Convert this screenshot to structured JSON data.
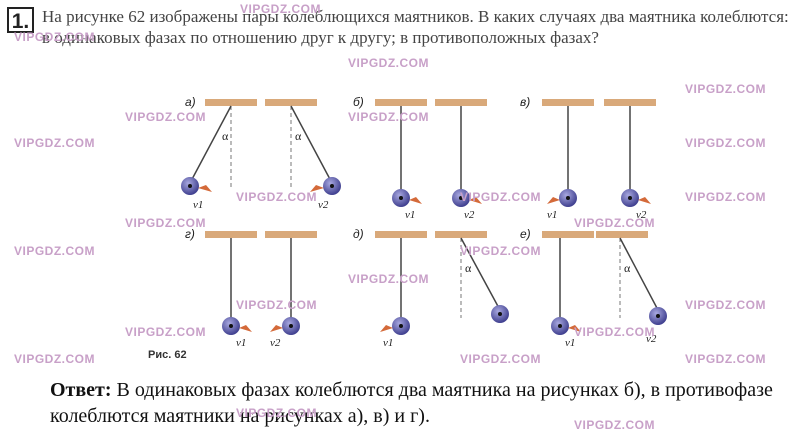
{
  "problem": {
    "number": "1.",
    "text": "На рисунке 62 изображены пары колеблющихся маятников. В каких случаях два маятника колеблются: в одинаковых фазах по отношению друг к другу; в противоположных фазах?"
  },
  "figure": {
    "caption": "Рис. 62",
    "panel_labels": [
      "а)",
      "б)",
      "в)",
      "г)",
      "д)",
      "е)"
    ],
    "angle_label": "α",
    "v1": "v1",
    "v2": "v2"
  },
  "answer": {
    "label": "Ответ:",
    "text": " В одинаковых фазах колеблются два маятника на рисунках б),   в противофазе колеблются маятники на рисунках а), в)  и г)."
  },
  "watermark": "VIPGDZ.COM",
  "colors": {
    "bar": "#d9a97a",
    "bob": "#5a5aa8",
    "arrow": "#d46a3a",
    "watermark": "#c8a0c8"
  }
}
